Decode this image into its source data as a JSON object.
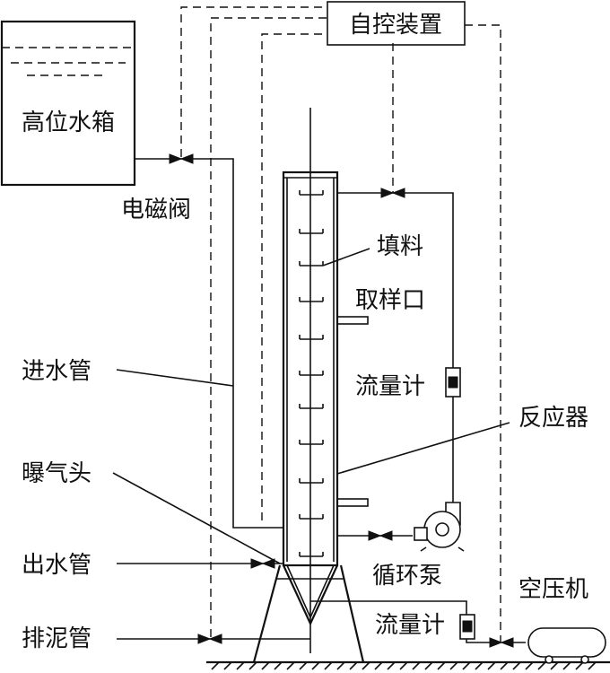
{
  "labels": {
    "control_device": "自控装置",
    "high_tank": "高位水箱",
    "solenoid_valve": "电磁阀",
    "packing": "填料",
    "sampling_port": "取样口",
    "inlet_pipe": "进水管",
    "flowmeter_top": "流量计",
    "reactor": "反应器",
    "aeration_head": "曝气头",
    "outlet_pipe": "出水管",
    "circulation_pump": "循环泵",
    "air_compressor": "空压机",
    "flowmeter_bottom": "流量计",
    "sludge_pipe": "排泥管"
  },
  "icons": {
    "valve": "bowtie-valve-icon",
    "flowmeter": "flowmeter-icon",
    "pump": "centrifugal-pump-icon",
    "compressor": "air-compressor-icon"
  },
  "colors": {
    "line": "#111111",
    "background": "#ffffff"
  }
}
